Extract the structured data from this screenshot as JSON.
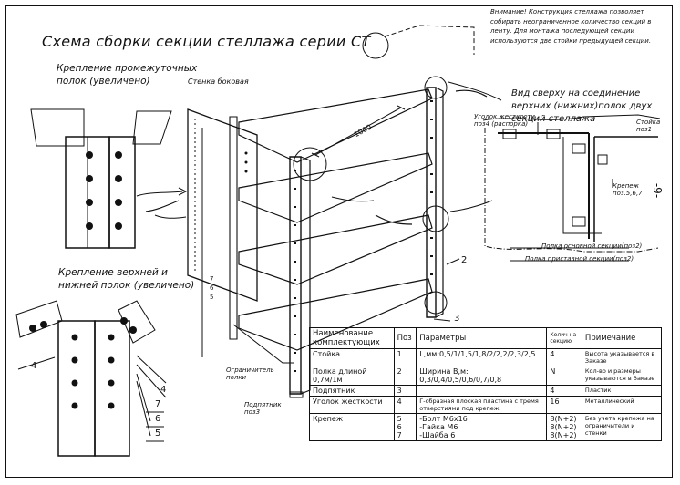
{
  "title": "Схема сборки секции стеллажа серии СТ",
  "captions": {
    "middle_shelves": "Крепление промежуточных полок (увеличено)",
    "top_bottom": "Крепление верхней и нижней полок (увеличено)",
    "warning": "Внимание! Конструкция стеллажа позволяет собирать неограниченное количество секций в ленту. Для монтажа последующей секции используются две стойки предыдущей секции.",
    "top_view": "Вид сверху на соединение верхних (нижних)полок двух секций стеллажа"
  },
  "page_number": "-9-",
  "labels": {
    "side_wall": "Стенка боковая",
    "dimension": "1000",
    "limiter": "Ограничитель полки",
    "footrest": "Подпятник поз3",
    "corner_stiff": "Уголок жесткости поз4 (распорка)",
    "upright": "Стойка поз1",
    "fastener": "Крепеж поз.5,6,7",
    "main_shelf": "Полка основной секции(поз2)",
    "add_shelf": "Полка приставной секции(поз2)",
    "callouts": [
      "4",
      "7",
      "6",
      "5",
      "4",
      "7",
      "6",
      "5",
      "2",
      "3"
    ]
  },
  "table": {
    "headers": [
      "Наименование комплектующих",
      "Поз",
      "Параметры",
      "Колич на секцию",
      "Примечание"
    ],
    "rows": [
      {
        "name": [
          "Стойка"
        ],
        "pos": [
          "1"
        ],
        "params": [
          "L,мм:0,5/1/1,5/1,8/2/2,2/2,3/2,5"
        ],
        "qty": [
          "4"
        ],
        "note": [
          "Высота указывается в Заказе"
        ]
      },
      {
        "name": [
          "Полка длиной 0,7м/1м"
        ],
        "pos": [
          "2"
        ],
        "params": [
          "Ширина В,м:",
          "0,3/0,4/0,5/0,6/0,7/0,8"
        ],
        "qty": [
          "N"
        ],
        "note": [
          "Кол-во и размеры указываются в Заказе"
        ]
      },
      {
        "name": [
          "Подпятник"
        ],
        "pos": [
          "3"
        ],
        "params": [
          ""
        ],
        "qty": [
          "4"
        ],
        "note": [
          "Пластик"
        ]
      },
      {
        "name": [
          "Уголок жесткости"
        ],
        "pos": [
          "4"
        ],
        "params": [
          "Г-образная плоская пластина с тремя отверстиями под крепеж"
        ],
        "qty": [
          "16"
        ],
        "note": [
          "Металлический"
        ]
      },
      {
        "name": [
          "Крепеж"
        ],
        "pos": [
          "5",
          "6",
          "7"
        ],
        "params": [
          "-Болт М6х16",
          "-Гайка М6",
          "-Шайба 6"
        ],
        "qty": [
          "8(N+2)",
          "8(N+2)",
          "8(N+2)"
        ],
        "note": [
          "Без учета крепежа на ограничители и стенки"
        ]
      }
    ]
  }
}
